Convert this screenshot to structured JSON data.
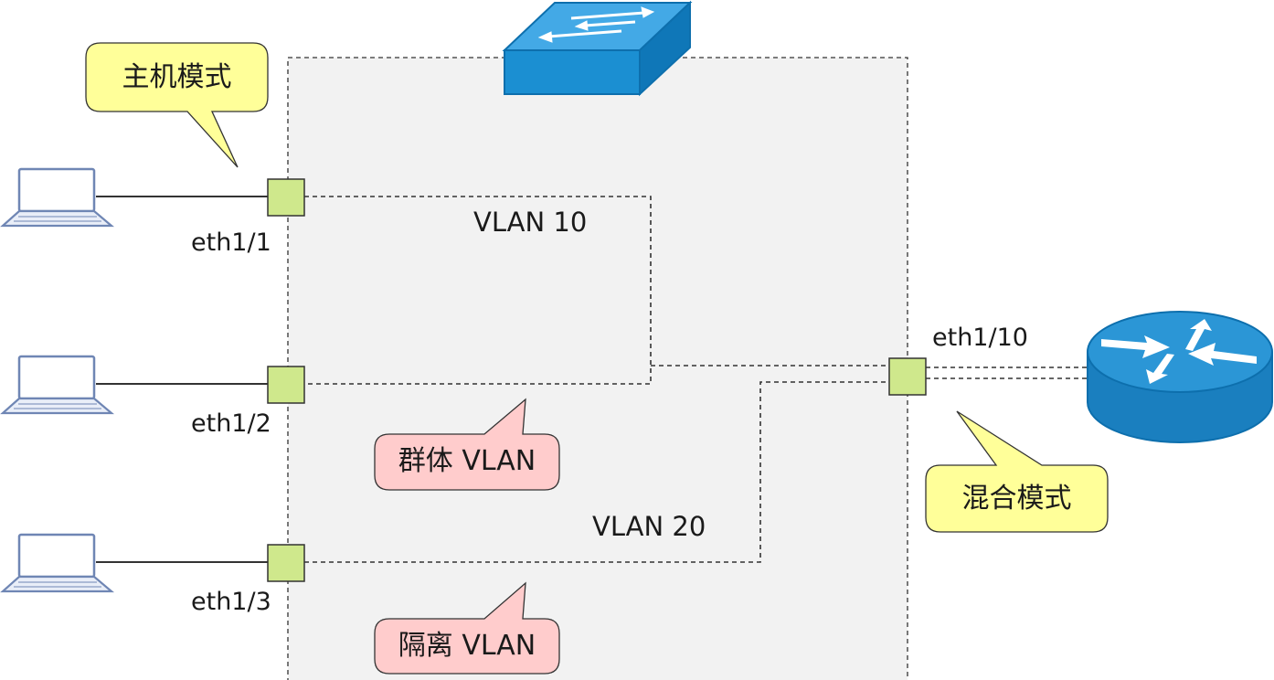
{
  "diagram": {
    "ports": {
      "eth1_1": "eth1/1",
      "eth1_2": "eth1/2",
      "eth1_3": "eth1/3",
      "eth1_10": "eth1/10"
    },
    "vlans": {
      "vlan10": "VLAN 10",
      "vlan20": "VLAN 20"
    },
    "callouts": {
      "host_mode": "主机模式",
      "community_vlan": "群体 VLAN",
      "isolated_vlan": "隔离 VLAN",
      "promiscuous_mode": "混合模式"
    },
    "colors": {
      "switch_blue": "#1b8fd2",
      "router_blue": "#1f8ed0",
      "port_green": "#cfe88c",
      "yellow_callout": "#ffff99",
      "pink_callout": "#ffcccc",
      "switch_area": "#f2f2f2"
    },
    "icons": [
      "laptop-icon",
      "switch-icon",
      "router-icon"
    ]
  }
}
